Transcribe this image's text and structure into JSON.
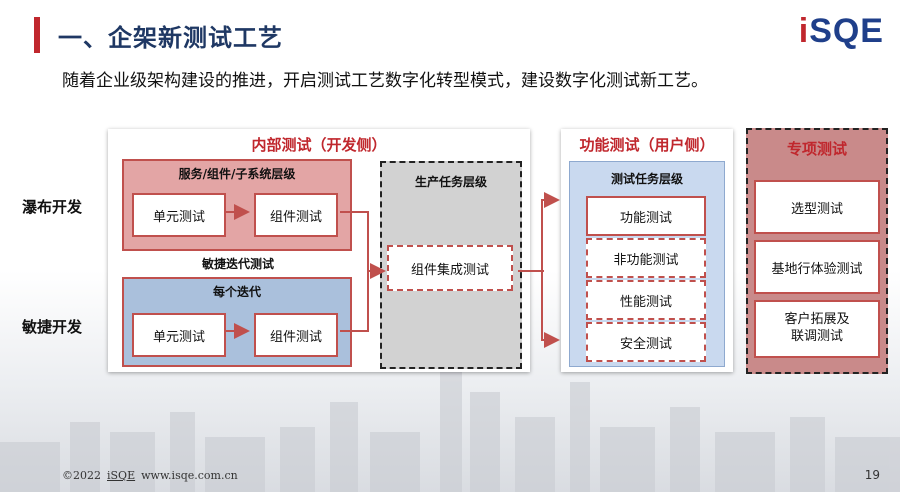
{
  "slide": {
    "title": "一、企架新测试工艺",
    "subtitle": "随着企业级架构建设的推进，开启测试工艺数字化转型模式，建设数字化测试新工艺。"
  },
  "logo": {
    "prefix": "i",
    "rest": "SQE"
  },
  "row_labels": {
    "waterfall": "瀑布开发",
    "agile": "敏捷开发"
  },
  "internal": {
    "title": "内部测试（开发侧）",
    "waterfall_group": "服务/组件/子系统层级",
    "agile_caption": "敏捷迭代测试",
    "agile_group": "每个迭代",
    "unit_test": "单元测试",
    "component_test": "组件测试"
  },
  "production": {
    "title": "生产任务层级",
    "integration_test": "组件集成测试"
  },
  "functional": {
    "title": "功能测试（用户侧）",
    "group": "测试任务层级",
    "items": [
      "功能测试",
      "非功能测试",
      "性能测试",
      "安全测试"
    ]
  },
  "special": {
    "title": "专项测试",
    "items": [
      "选型测试",
      "基地行体验测试",
      "客户拓展及\n联调测试"
    ]
  },
  "footer": {
    "copyright": "©2022",
    "brand": "iSQE",
    "url": "www.isqe.com.cn"
  },
  "page_number": "19",
  "colors": {
    "accent_red": "#c0272d",
    "title_navy": "#1f3864",
    "logo_blue": "#1f3f8a"
  }
}
